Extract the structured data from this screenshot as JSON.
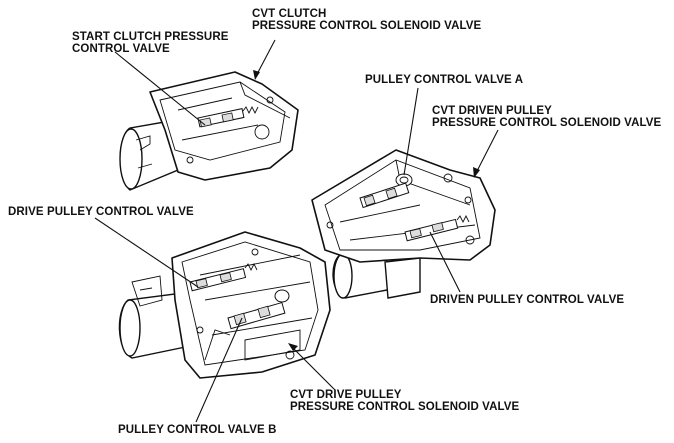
{
  "labels": {
    "cvt_clutch_solenoid": {
      "line1": "CVT CLUTCH",
      "line2": "PRESSURE CONTROL SOLENOID VALVE"
    },
    "start_clutch_valve": {
      "line1": "START CLUTCH PRESSURE",
      "line2": "CONTROL VALVE"
    },
    "pulley_control_a": {
      "line1": "PULLEY CONTROL VALVE A"
    },
    "cvt_driven_solenoid": {
      "line1": "CVT DRIVEN PULLEY",
      "line2": "PRESSURE CONTROL SOLENOID VALVE"
    },
    "drive_pulley_valve": {
      "line1": "DRIVE PULLEY CONTROL VALVE"
    },
    "driven_pulley_valve": {
      "line1": "DRIVEN PULLEY CONTROL VALVE"
    },
    "cvt_drive_solenoid": {
      "line1": "CVT DRIVE PULLEY",
      "line2": "PRESSURE CONTROL SOLENOID VALVE"
    },
    "pulley_control_b": {
      "line1": "PULLEY CONTROL VALVE B"
    }
  }
}
